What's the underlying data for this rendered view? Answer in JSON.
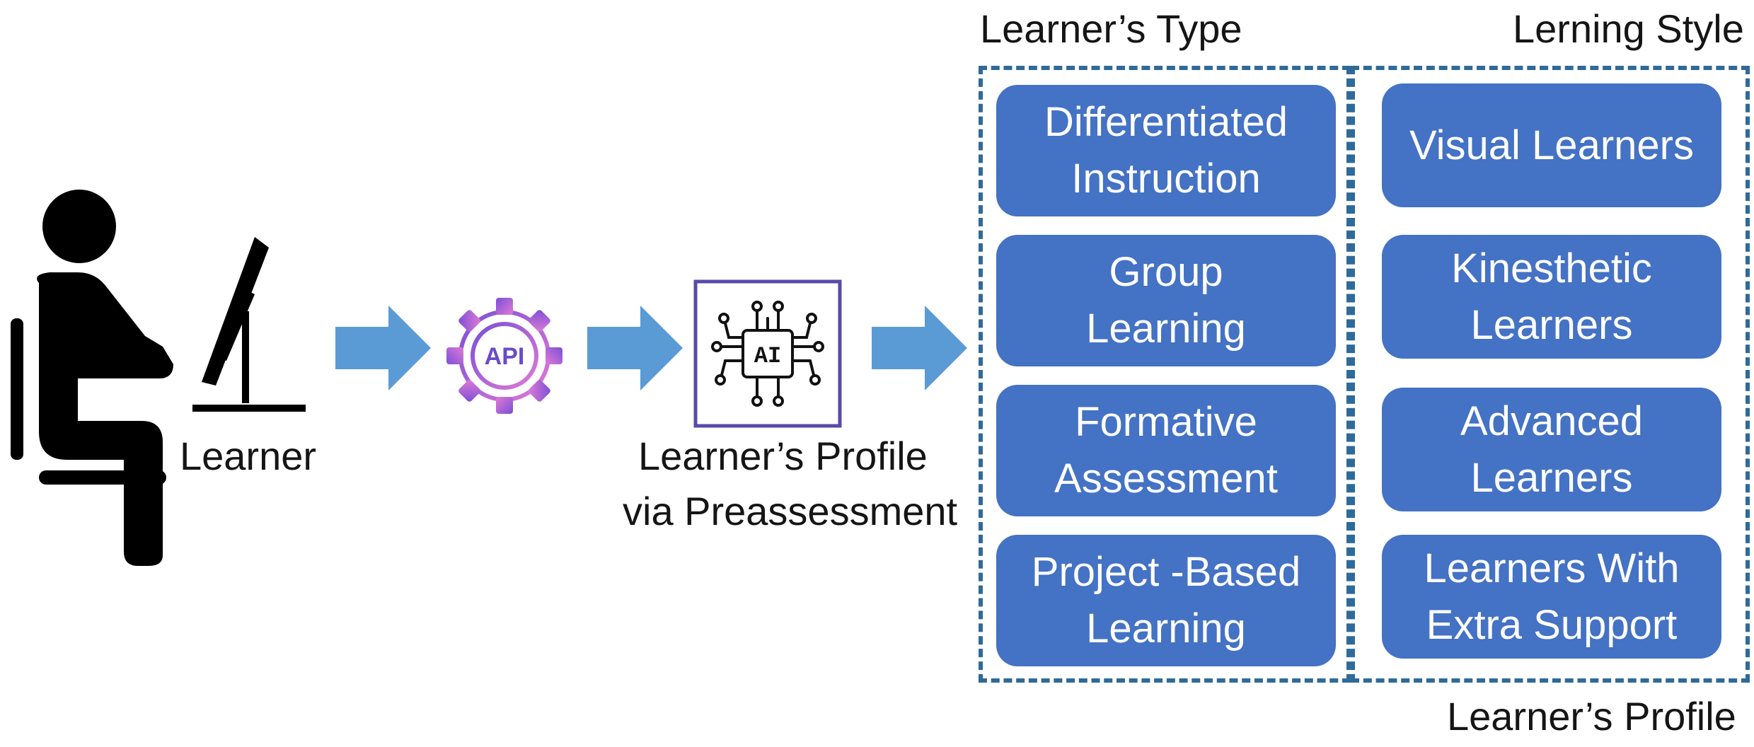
{
  "learner": {
    "label": "Learner",
    "icon": "learner-at-computer-icon"
  },
  "api": {
    "label": "API",
    "icon": "api-gear-icon",
    "colors": {
      "start": "#7b4fd6",
      "end": "#e07ad6"
    }
  },
  "ai_profile": {
    "icon": "ai-chip-icon",
    "chip_label": "AI",
    "caption_line1": "Learner’s Profile",
    "caption_line2": "via Preassessment"
  },
  "learners_type": {
    "title": "Learner’s Type",
    "items": [
      {
        "line1": "Differentiated",
        "line2": "Instruction"
      },
      {
        "line1": "Group",
        "line2": "Learning"
      },
      {
        "line1": "Formative",
        "line2": "Assessment"
      },
      {
        "line1": "Project -Based",
        "line2": "Learning"
      }
    ]
  },
  "learning_style": {
    "title": "Lerning Style",
    "items": [
      {
        "line1": "Visual Learners",
        "line2": ""
      },
      {
        "line1": "Kinesthetic",
        "line2": "Learners"
      },
      {
        "line1": "Advanced",
        "line2": "Learners"
      },
      {
        "line1": "Learners With",
        "line2": "Extra Support"
      }
    ]
  },
  "footer_label": "Learner’s Profile",
  "colors": {
    "box_fill": "#4472c4",
    "arrow": "#5b9bd5",
    "dashed_border": "#2f6a99",
    "ai_frame": "#5a4aa8"
  }
}
